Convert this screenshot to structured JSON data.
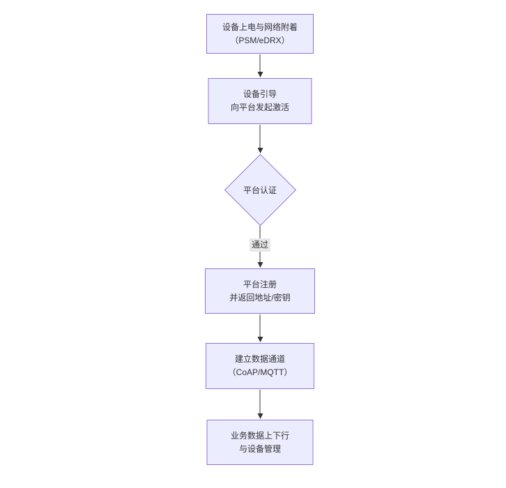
{
  "diagram": {
    "type": "flowchart",
    "direction": "top-down",
    "nodes": [
      {
        "id": "n1",
        "shape": "rect",
        "line1": "设备上电与网络附着",
        "line2": "（PSM/eDRX）"
      },
      {
        "id": "n2",
        "shape": "rect",
        "line1": "设备引导",
        "line2": "向平台发起激活"
      },
      {
        "id": "n3",
        "shape": "diamond",
        "line1": "平台认证"
      },
      {
        "id": "n4",
        "shape": "rect",
        "line1": "平台注册",
        "line2": "并返回地址/密钥"
      },
      {
        "id": "n5",
        "shape": "rect",
        "line1": "建立数据通道",
        "line2": "（CoAP/MQTT）"
      },
      {
        "id": "n6",
        "shape": "rect",
        "line1": "业务数据上下行",
        "line2": "与设备管理"
      }
    ],
    "edges": [
      {
        "from": "n1",
        "to": "n2",
        "label": ""
      },
      {
        "from": "n2",
        "to": "n3",
        "label": ""
      },
      {
        "from": "n3",
        "to": "n4",
        "label": "通过"
      },
      {
        "from": "n4",
        "to": "n5",
        "label": ""
      },
      {
        "from": "n5",
        "to": "n6",
        "label": ""
      }
    ],
    "colors": {
      "node_fill": "#ECECFF",
      "node_border": "#9370DB",
      "arrow": "#333333",
      "edge_label_bg": "#e8e8e8",
      "text": "#333333",
      "background": "#ffffff"
    }
  }
}
